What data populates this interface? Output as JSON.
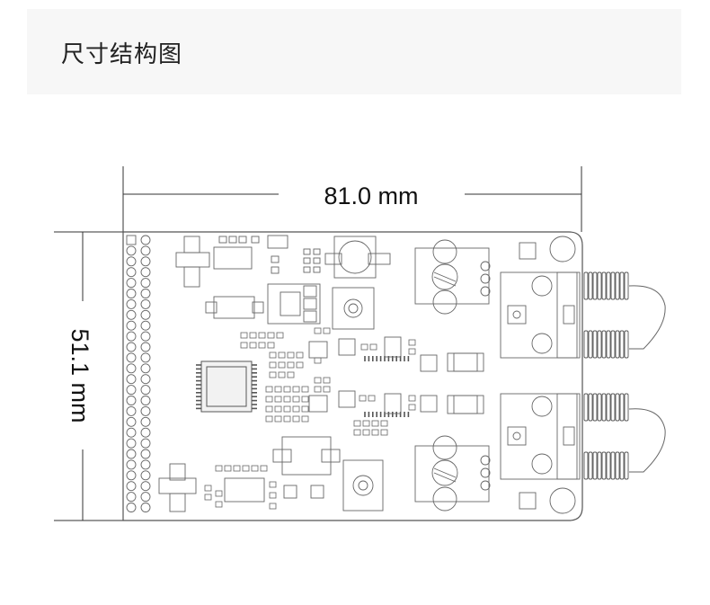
{
  "header": {
    "title": "尺寸结构图"
  },
  "dimensions": {
    "width_label": "81.0 mm",
    "height_label": "51.1 mm"
  }
}
